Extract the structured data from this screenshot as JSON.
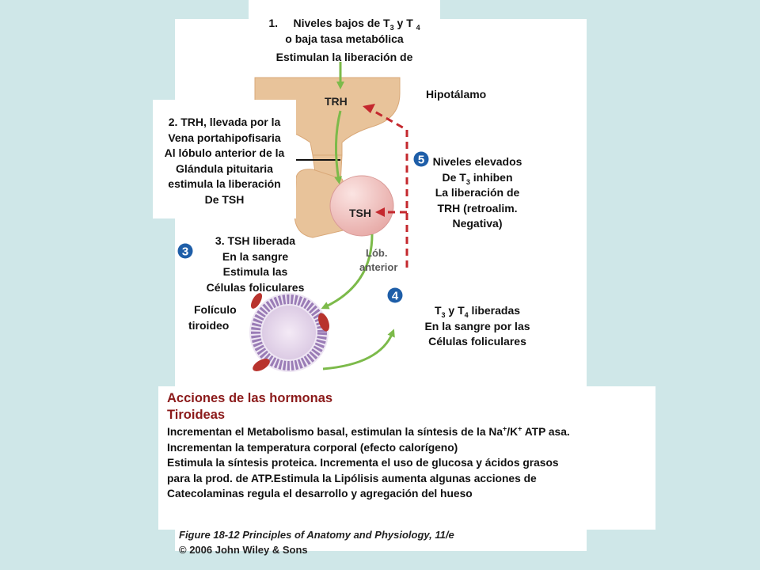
{
  "step1": {
    "number": "1.",
    "line1_a": "Niveles bajos de T",
    "line1_sub1": "3",
    "line1_b": "y T",
    "line1_sub2": "4",
    "line2": "o baja tasa metabólica",
    "line3": "Estimulan la liberación de"
  },
  "hypothalamus_label": "Hipotálamo",
  "trh_label": "TRH",
  "tsh_label": "TSH",
  "anterior_lobe": {
    "line1": "Lób.",
    "line2": "anterior"
  },
  "step2": {
    "lines": [
      "2. TRH, llevada por la",
      "Vena portahipofisaria",
      "Al lóbulo anterior de la",
      "Glándula pituitaria",
      "estimula la liberación",
      "De TSH"
    ]
  },
  "step3": {
    "badge": "3",
    "lines": [
      "3. TSH liberada",
      "En la sangre",
      "Estimula las",
      "Células foliculares"
    ]
  },
  "follicle_label": {
    "line1": "Folículo",
    "line2": "tiroideo"
  },
  "step4": {
    "badge": "4",
    "line1_a": "T",
    "line1_sub1": "3",
    "line1_b": " y  T",
    "line1_sub2": "4",
    "line1_c": " liberadas",
    "line2": "En la sangre por las",
    "line3": "Células foliculares"
  },
  "step5": {
    "badge": "5",
    "line1": "Niveles elevados",
    "line2_a": "De T",
    "line2_sub": "3",
    "line2_b": " inhiben",
    "line3": "La liberación de",
    "line4": "TRH (retroalim.",
    "line5": "Negativa)"
  },
  "actions": {
    "title1": "Acciones de las hormonas",
    "title2": "Tiroideas",
    "line1_a": "Incrementan el Metabolismo basal, estimulan la síntesis de la Na",
    "line1_sup1": "+",
    "line1_b": "/K",
    "line1_sup2": "+",
    "line1_c": " ATP asa.",
    "line2": "Incrementan la temperatura corporal (efecto calorígeno)",
    "line3": "Estimula la síntesis proteica. Incrementa el uso de glucosa y ácidos grasos",
    "line4": "para la prod. de ATP.Estimula la Lipólisis aumenta algunas acciones de",
    "line5": "Catecolaminas regula el desarrollo y agregación del hueso"
  },
  "caption": {
    "line1": "Figure 18-12  Principles of Anatomy and Physiology, 11/e",
    "line2": "© 2006 John Wiley & Sons"
  },
  "colors": {
    "background": "#cfe7e8",
    "tissue": "#e8c39a",
    "tissue_dark": "#d9a878",
    "pituitary": "#f2c7c4",
    "green_arrow": "#7cba4a",
    "red_dashed": "#c4282e",
    "badge": "#1e5ea8",
    "title_red": "#8b1a1a"
  }
}
